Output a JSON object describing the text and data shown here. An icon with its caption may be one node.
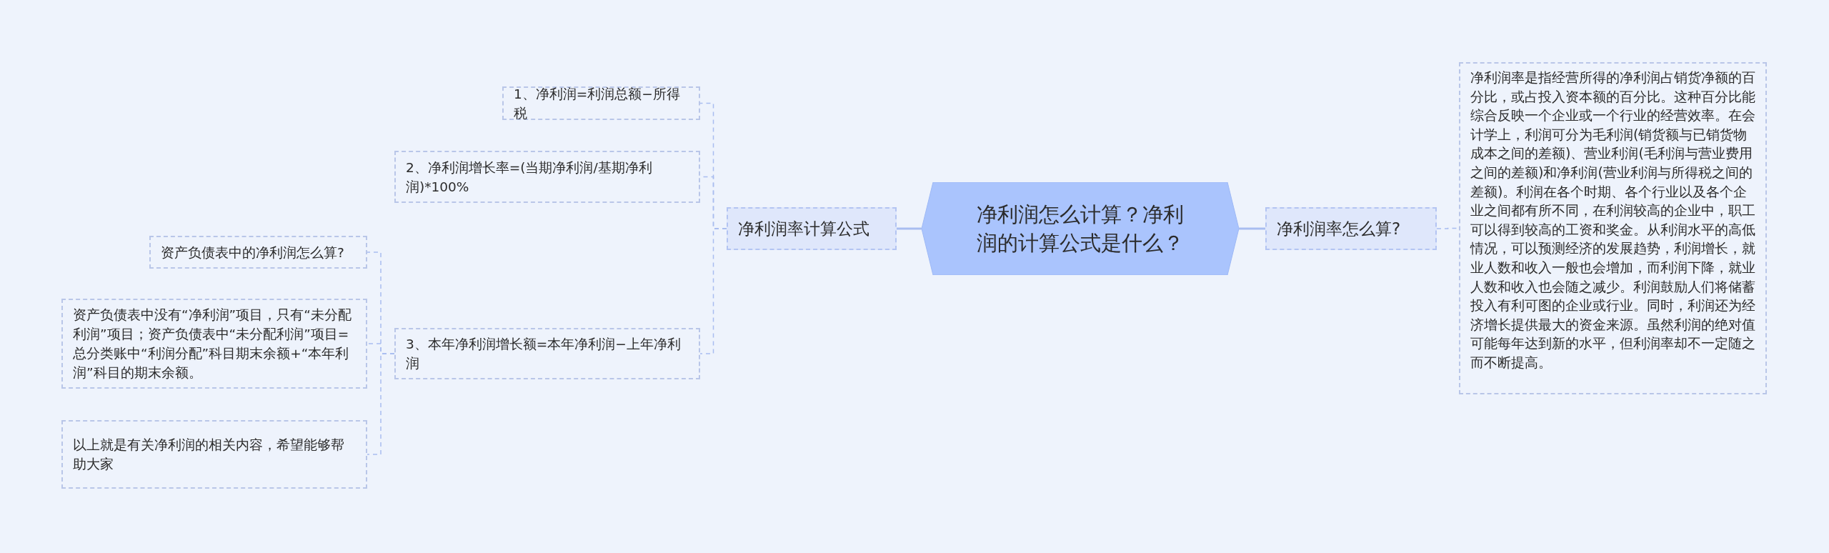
{
  "diagram": {
    "nodes": [
      {
        "text": [
          "净利润怎么计算？净利润的计算公式是什么？"
        ]
      },
      {
        "text": [
          "净利润率计算公式"
        ]
      },
      {
        "text": [
          "净利润率怎么算?"
        ]
      },
      {
        "text": [
          "净利润率是指经营所得的净利润占销货净额的百分比，或占投入资本额的百分比。这种百分比能综合反映一个企业或一个行业的经营效率。在会计学上，利润可分为毛利润(销货额与已销货物成本之间的差额)、营业利润(毛利润与营业费用之间的差额)和净利润(营业利润与所得税之间的差额)。利润在各个时期、各个行业以及各个企业之间都有所不同，在利润较高的企业中，职工可以得到较高的工资和奖金。从利润水平的高低情况，可以预测经济的发展趋势，利润增长，就业人数和收入一般也会增加，而利润下降，就业人数和收入也会随之减少。利润鼓励人们将储蓄投入有利可图的企业或行业。同时，利润还为经济增长提供最大的资金来源。虽然利润的绝对值可能每年达到新的水平，但利润率却不一定随之而不断提高。"
        ]
      },
      {
        "text": [
          "1、净利润=利润总额−所得税"
        ]
      },
      {
        "text": [
          "2、净利润增长率=(当期净利润/基期净利润)*100%"
        ]
      },
      {
        "text": [
          "3、本年净利润增长额=本年净利润−上年净利润"
        ]
      },
      {
        "text": [
          "资产负债表中的净利润怎么算?"
        ]
      },
      {
        "text": [
          "资产负债表中没有“净利润”项目，只有“未分配利润”项目；资产负债表中“未分配利润”项目=总分类账中“利润分配”科目期末余额+“本年利润”科目的期末余额。"
        ]
      },
      {
        "text": [
          "以上就是有关净利润的相关内容，希望能够帮助大家"
        ]
      }
    ],
    "edges": [
      {
        "from": 0,
        "to": 1,
        "arrow": "none"
      },
      {
        "from": 0,
        "to": 2,
        "arrow": "none"
      },
      {
        "from": 2,
        "to": 3,
        "arrow": "none",
        "style": "dashed"
      },
      {
        "from": 1,
        "to": 4,
        "arrow": "none",
        "style": "dashed"
      },
      {
        "from": 1,
        "to": 5,
        "arrow": "none",
        "style": "dashed"
      },
      {
        "from": 1,
        "to": 6,
        "arrow": "none",
        "style": "dashed"
      },
      {
        "from": 6,
        "to": 7,
        "arrow": "none",
        "style": "dashed"
      },
      {
        "from": 6,
        "to": 8,
        "arrow": "none",
        "style": "dashed"
      },
      {
        "from": 6,
        "to": 9,
        "arrow": "none",
        "style": "dashed"
      }
    ]
  }
}
